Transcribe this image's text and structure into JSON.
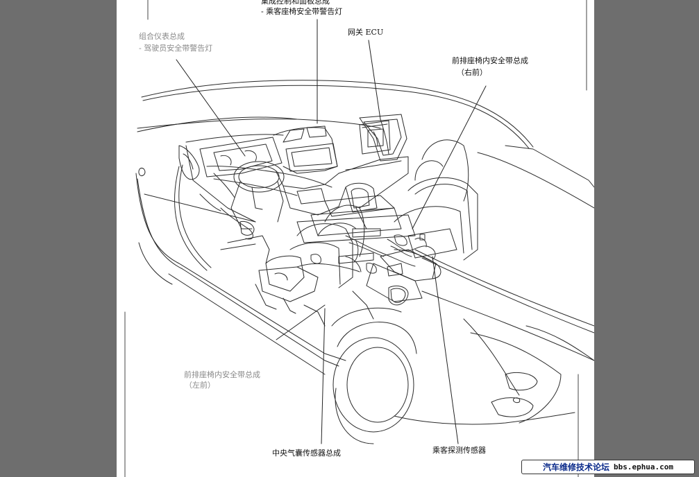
{
  "labels": {
    "body_ecu_line1": "集成控制和面板总成",
    "body_ecu_line2": "- 乘客座椅安全带警告灯",
    "meter_line1": "组合仪表总成",
    "meter_line2": "- 驾驶员安全带警告灯",
    "gateway_ecu": "网关 ECU",
    "front_seat_belt_right_line1": "前排座椅内安全带总成",
    "front_seat_belt_right_line2": "（右前）",
    "front_seat_belt_left_line1": "前排座椅内安全带总成",
    "front_seat_belt_left_line2": "（左前）",
    "airbag_sensor": "中央气囊传感器总成",
    "occupant_sensor": "乘客探测传感器"
  },
  "watermark": {
    "name": "汽车维修技术论坛",
    "url": "bbs.ephua.com"
  },
  "colors": {
    "background": "#6e6e6e",
    "page": "#ffffff",
    "line": "#222222",
    "watermark_text": "#0a2a8a"
  }
}
